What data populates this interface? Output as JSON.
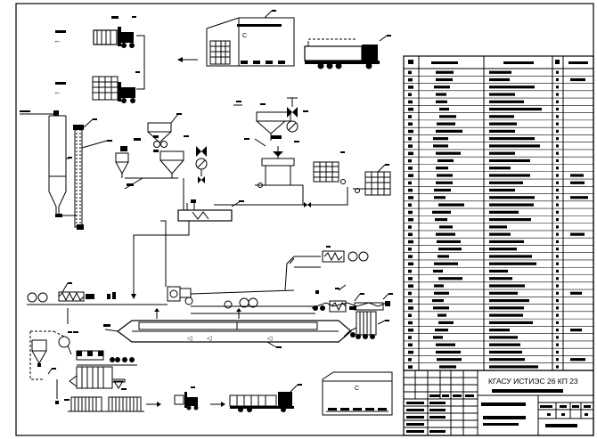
{
  "drawing": {
    "stamp_code": "КГАСУ ИСТИЭС 26 КП 23",
    "equipment_rows": 41,
    "arrow_glyph": "←",
    "position_mark": "C",
    "left_arrow": "◁"
  },
  "colors": {
    "ink": "#000000",
    "paper": "#ffffff",
    "redact": "#000000"
  },
  "icons": [
    "forklift-icon",
    "truck-icon",
    "warehouse-icon",
    "pallet-icon",
    "mixer-icon",
    "silo-icon",
    "valve-icon",
    "gauge-icon",
    "hopper-icon",
    "conveyor-icon"
  ]
}
